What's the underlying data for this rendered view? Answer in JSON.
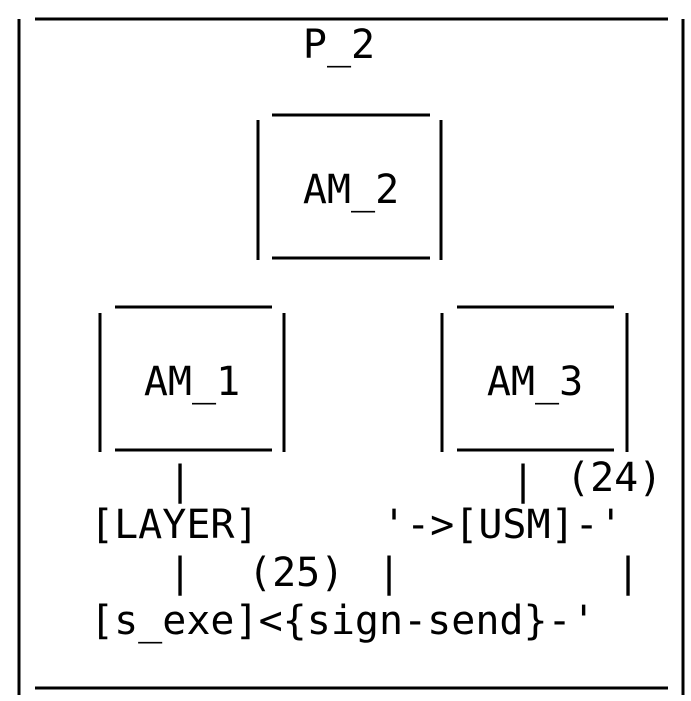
{
  "diagram": {
    "container": {
      "label": "P_2"
    },
    "modules": [
      {
        "id": "am2",
        "label": "AM_2"
      },
      {
        "id": "am1",
        "label": "AM_1"
      },
      {
        "id": "am3",
        "label": "AM_3"
      }
    ],
    "nodes": {
      "layer": "[LAYER]",
      "usm_line": "'->[USM]-'",
      "exe_line": "[s_exe]<{sign-send}-'"
    },
    "markers": {
      "m24": "(24)",
      "m25": "(25)"
    },
    "ascii": {
      "pipe": "|"
    }
  },
  "colors": {
    "ink": "#000000",
    "background": "#ffffff"
  }
}
